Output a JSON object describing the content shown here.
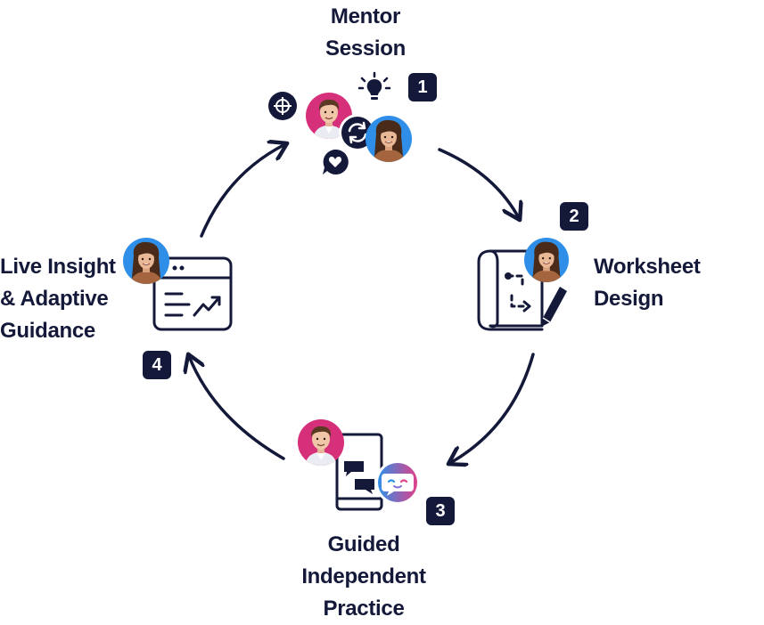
{
  "stages": {
    "mentor": {
      "title_line1": "Mentor",
      "title_line2": "Session",
      "number": "1"
    },
    "worksheet": {
      "title_line1": "Worksheet",
      "title_line2": "Design",
      "number": "2"
    },
    "practice": {
      "title_line1": "Guided",
      "title_line2": "Independent",
      "title_line3": "Practice",
      "number": "3"
    },
    "insight": {
      "title_line1": "Live Insight",
      "title_line2": "& Adaptive",
      "title_line3": "Guidance",
      "number": "4"
    }
  },
  "colors": {
    "ink": "#14193a",
    "mentor_avatar_bg": "#d6307a",
    "student_avatar_bg": "#2f8fe8",
    "bot_left": "#2f8fe8",
    "bot_right": "#e0408a"
  },
  "icons": [
    "crosshair-icon",
    "lightbulb-icon",
    "sync-icon",
    "heart-chat-icon",
    "blueprint-icon",
    "pencil-icon",
    "chat-device-icon",
    "bot-icon",
    "dashboard-icon",
    "trend-arrow-icon"
  ]
}
